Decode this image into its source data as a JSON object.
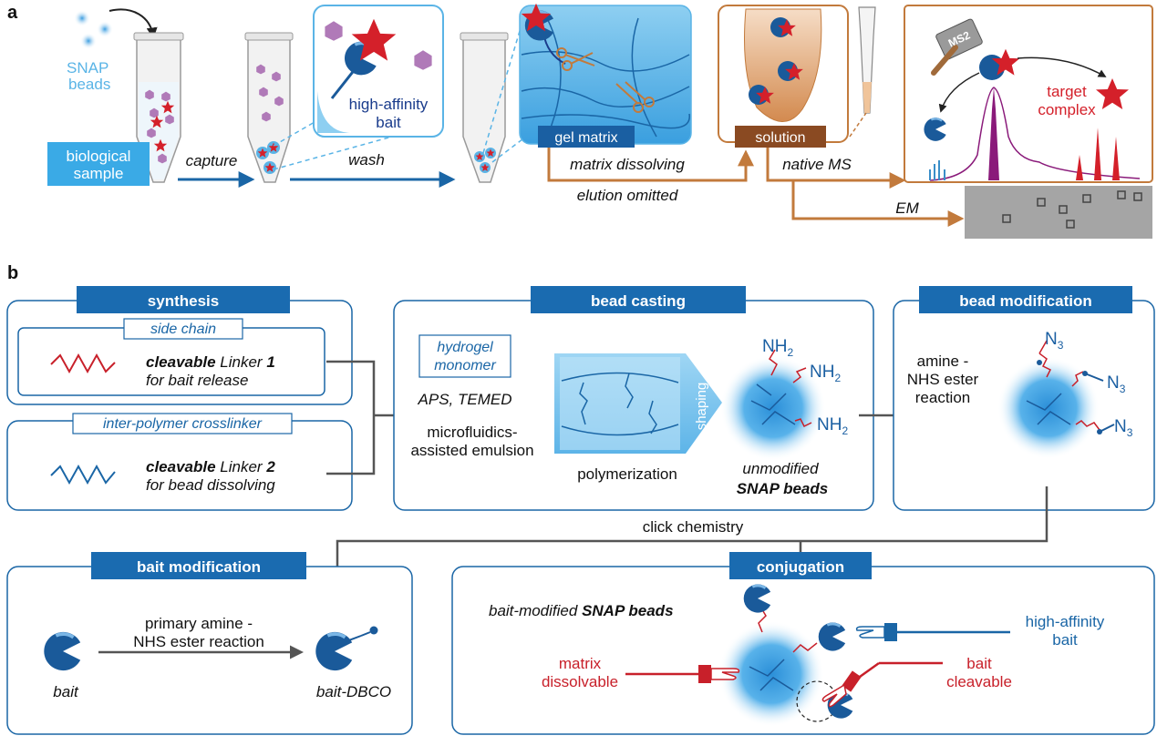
{
  "panel_a": {
    "label": "a",
    "snap_beads": [
      "SNAP",
      "beads"
    ],
    "biological_sample": [
      "biological",
      "sample"
    ],
    "capture": "capture",
    "wash": "wash",
    "high_affinity_bait": [
      "high-affinity",
      "bait"
    ],
    "gel_matrix": "gel matrix",
    "matrix_dissolving": "matrix dissolving",
    "elution_omitted": "elution omitted",
    "solution": "solution",
    "native_ms": "native MS",
    "em": "EM",
    "ms2": "MS2",
    "target_complex": [
      "target",
      "complex"
    ]
  },
  "panel_b": {
    "label": "b",
    "synthesis": {
      "header": "synthesis",
      "side_chain": "side chain",
      "linker1_bold": "cleavable",
      "linker1_rest": " Linker ",
      "linker1_num": "1",
      "linker1_line2": "for bait release",
      "crosslinker": "inter-polymer crosslinker",
      "linker2_bold": "cleavable",
      "linker2_rest": " Linker ",
      "linker2_num": "2",
      "linker2_line2": "for bead dissolving"
    },
    "bead_casting": {
      "header": "bead casting",
      "monomer": [
        "hydrogel",
        "monomer"
      ],
      "aps": "APS, TEMED",
      "emulsion": [
        "microfluidics-",
        "assisted emulsion"
      ],
      "polymerization": "polymerization",
      "shaping": "shaping",
      "unmodified": "unmodified",
      "snap_beads": "SNAP beads",
      "nh2": "NH"
    },
    "bead_modification": {
      "header": "bead modification",
      "reaction": [
        "amine -",
        "NHS ester",
        "reaction"
      ],
      "n3": "N"
    },
    "click_chemistry": "click chemistry",
    "bait_modification": {
      "header": "bait modification",
      "reaction": [
        "primary amine -",
        "NHS ester reaction"
      ],
      "bait": "bait",
      "bait_dbco": "bait-DBCO"
    },
    "conjugation": {
      "header": "conjugation",
      "title_italic": "bait-modified ",
      "title_bold": "SNAP beads",
      "high_affinity": [
        "high-affinity",
        "bait"
      ],
      "matrix_dissolvable": [
        "matrix",
        "dissolvable"
      ],
      "bait_cleavable": [
        "bait",
        "cleavable"
      ]
    }
  },
  "colors": {
    "blue_dark": "#1a66a6",
    "blue_header": "#1a6bb0",
    "blue_light": "#5ab4e6",
    "red": "#d4202a",
    "brown": "#c27a3c",
    "purple": "#8a1a7a",
    "grey_arrow": "#555555"
  }
}
